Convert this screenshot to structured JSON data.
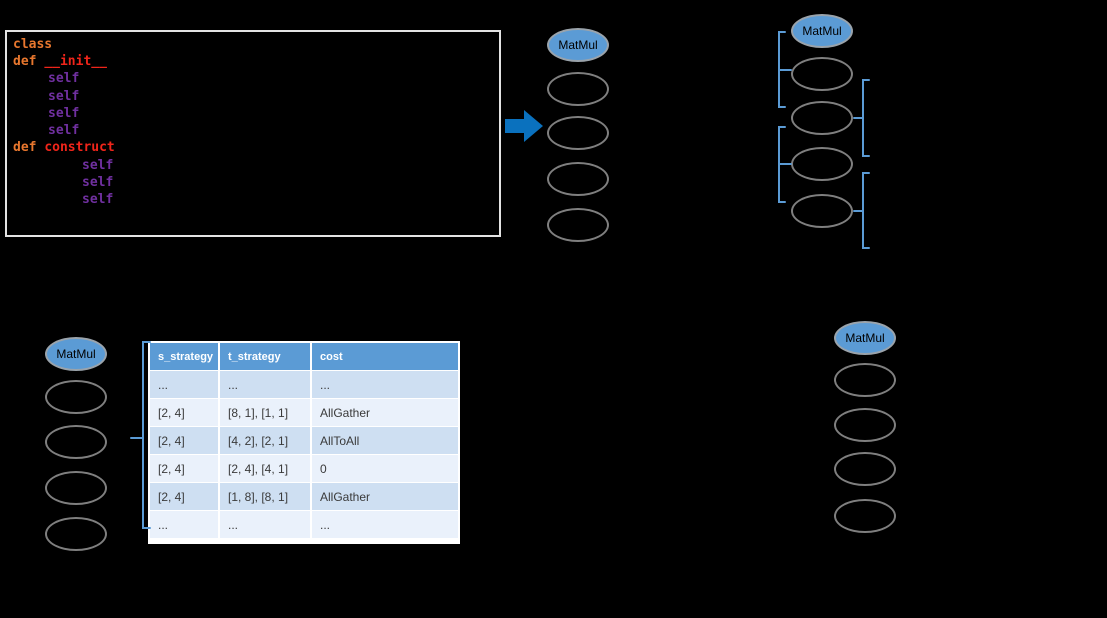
{
  "colors": {
    "background": "#000000",
    "accent_blue": "#5B9BD5",
    "arrow_blue": "#0A71BE",
    "node_outline_gray": "#7F7F7F",
    "keyword_orange": "#E8772E",
    "function_red": "#F0251A",
    "self_purple": "#7030A0"
  },
  "icons": {
    "transform_arrow": "right-block-arrow"
  },
  "code_panel": {
    "kw_class": "class",
    "kw_def": "def",
    "fn_init": "__init__",
    "fn_construct": "construct",
    "param_self": "self"
  },
  "graphs": {
    "stage1": {
      "root_label": "MatMul"
    },
    "stage2": {
      "root_label": "MatMul"
    },
    "stage3": {
      "root_label": "MatMul"
    },
    "stage4": {
      "root_label": "MatMul"
    }
  },
  "strategy_table": {
    "headers": [
      "s_strategy",
      "t_strategy",
      "cost"
    ],
    "rows": [
      [
        "...",
        "...",
        "..."
      ],
      [
        "[2, 4]",
        "[8, 1], [1, 1]",
        "AllGather"
      ],
      [
        "[2, 4]",
        "[4, 2], [2, 1]",
        "AllToAll"
      ],
      [
        "[2, 4]",
        "[2, 4], [4, 1]",
        "0"
      ],
      [
        "[2, 4]",
        "[1, 8], [8, 1]",
        "AllGather"
      ],
      [
        "...",
        "...",
        "..."
      ]
    ]
  }
}
